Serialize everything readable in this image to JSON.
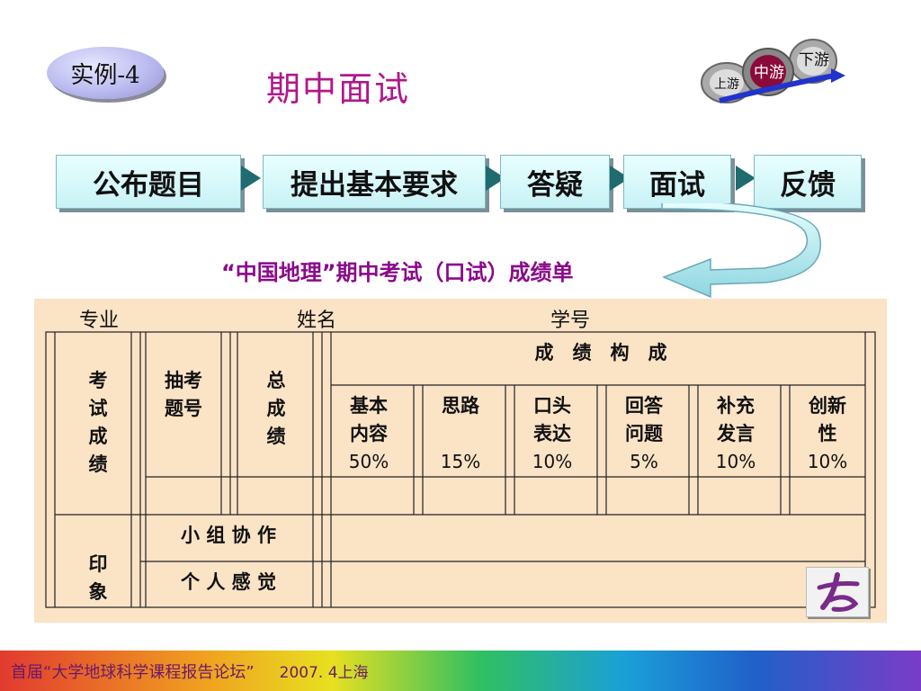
{
  "badge": "实例-4",
  "title": "期中面试",
  "stream_logo": {
    "upstream": "上游",
    "midstream": "中游",
    "downstream": "下游"
  },
  "steps": [
    "公布题目",
    "提出基本要求",
    "答疑",
    "面试",
    "反馈"
  ],
  "subtitle": "“中国地理”期中考试（口试）成绩单",
  "header": {
    "major": "专业",
    "name": "姓名",
    "id": "学号"
  },
  "table": {
    "exam_score": "考试成绩",
    "draw_no": [
      "抽考",
      "题号"
    ],
    "total": "总成绩",
    "composition": "成　绩　构　成",
    "components": [
      {
        "label": [
          "基本",
          "内容"
        ],
        "pct": "50%"
      },
      {
        "label": [
          "思路",
          ""
        ],
        "pct": "15%"
      },
      {
        "label": [
          "口头",
          "表达"
        ],
        "pct": "10%"
      },
      {
        "label": [
          "回答",
          "问题"
        ],
        "pct": "5%"
      },
      {
        "label": [
          "补充",
          "发言"
        ],
        "pct": "10%"
      },
      {
        "label": [
          "创新",
          "性"
        ],
        "pct": "10%"
      }
    ],
    "impression": "印象",
    "group_work": "小 组 协 作",
    "personal": "个 人 感 觉"
  },
  "footer": {
    "text": "首届“大学地球科学课程报告论坛”",
    "date": "2007. 4上海"
  },
  "colors": {
    "title": "#b0188a",
    "subtitle": "#8a0a8a",
    "card": "#fbe3c6",
    "step": "#c8f2f6"
  }
}
